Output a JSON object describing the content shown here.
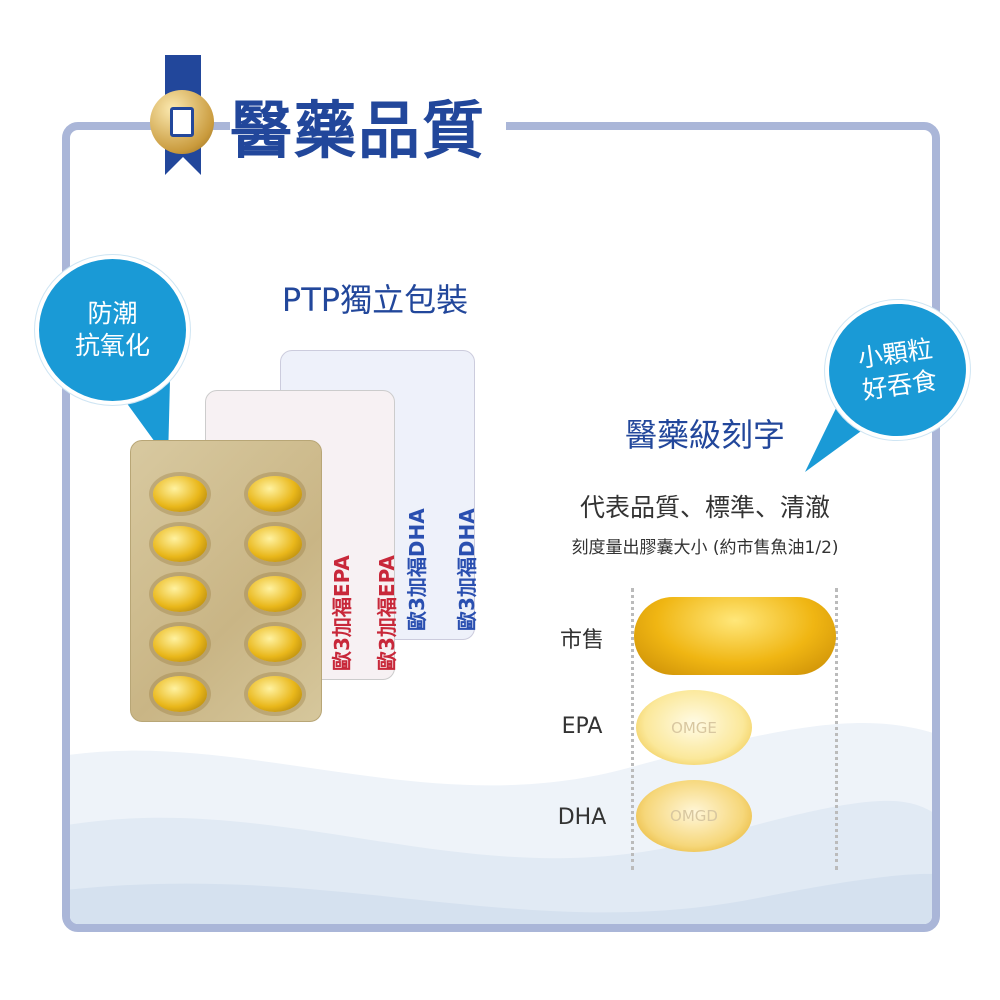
{
  "header": {
    "title": "醫藥品質",
    "badge_icon": "clipboard-checklist-icon"
  },
  "bubbles": {
    "left": {
      "line1": "防潮",
      "line2": "抗氧化"
    },
    "right": {
      "line1": "小顆粒",
      "line2": "好吞食"
    }
  },
  "packaging": {
    "heading": "PTP獨立包裝",
    "pack_labels": [
      "歐3加福EPA",
      "歐3加福DHA"
    ]
  },
  "engraving": {
    "heading": "醫藥級刻字",
    "subheading": "代表品質、標準、清澈",
    "note": "刻度量出膠囊大小 (約市售魚油1/2)"
  },
  "comparison": [
    {
      "label": "市售",
      "engraving": ""
    },
    {
      "label": "EPA",
      "engraving": "OMGE"
    },
    {
      "label": "DHA",
      "engraving": "OMGD"
    }
  ],
  "colors": {
    "brand_blue": "#22479b",
    "bubble_blue": "#1a9ad6",
    "frame": "#aab6d8",
    "capsule_gold": "#e9b71a"
  }
}
